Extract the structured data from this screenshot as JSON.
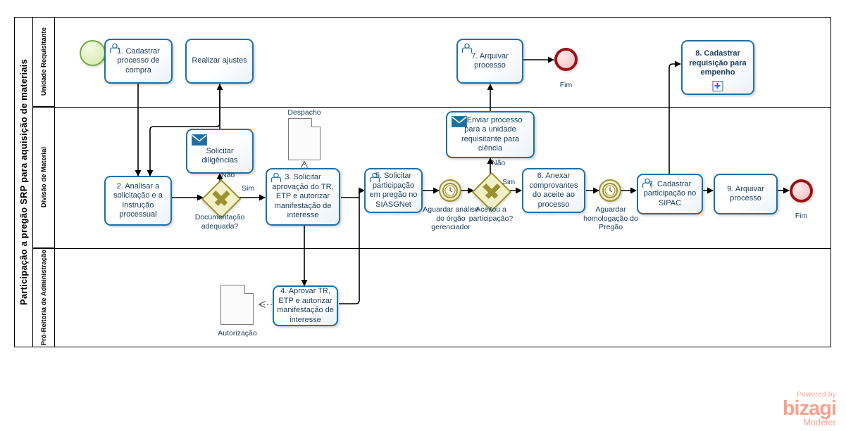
{
  "pool": {
    "title": "Participação a pregão SRP para aquisição de materiais",
    "lanes": [
      {
        "name": "Unidade Requisitante"
      },
      {
        "name": "Divisão de Material"
      },
      {
        "name": "Pró-Reitoria de Administração"
      }
    ]
  },
  "nodes": {
    "start": {
      "label": ""
    },
    "t1": {
      "label": "1. Cadastrar processo de compra",
      "icon": "user-task-icon"
    },
    "ajustes": {
      "label": "Realizar ajustes",
      "icon": "none"
    },
    "t7arq": {
      "label": "7. Arquivar processo",
      "icon": "user-task-icon"
    },
    "end_top": {
      "label": "Fim"
    },
    "t8": {
      "label": "8. Cadastrar requisição para empenho",
      "icon": "subprocess-plus-icon"
    },
    "solicitar_dil": {
      "label": "Solicitar diligências",
      "icon": "message-task-icon"
    },
    "t2": {
      "label": "2. Analisar a solicitação e a instrução processual",
      "icon": "none"
    },
    "gw1": {
      "label": "Documentação adequada?",
      "yes": "Sim",
      "no": "Não"
    },
    "t3": {
      "label": "3. Solicitar aprovação do TR, ETP e autorizar manifestação de interesse",
      "icon": "user-task-icon"
    },
    "t5": {
      "label": "5. Solicitar participação em pregão no SIASGNet",
      "icon": "user-task-icon"
    },
    "timer1": {
      "label": "Aguardar análise do órgão gerenciador"
    },
    "gw2": {
      "label": "Aceitou a participação?",
      "yes": "Sim",
      "no": "Não"
    },
    "t6env": {
      "label": "6. Enviar processo para a unidade requisitante para ciência",
      "icon": "message-task-icon"
    },
    "t6anx": {
      "label": "6. Anexar comprovantes do aceite ao processo",
      "icon": "none"
    },
    "timer2": {
      "label": "Aguardar homologação do Pregão"
    },
    "t7sipac": {
      "label": "7. Cadastrar participação no SIPAC",
      "icon": "user-task-icon"
    },
    "t9": {
      "label": "9. Arquivar processo",
      "icon": "none"
    },
    "end_main": {
      "label": "Fim"
    },
    "t4": {
      "label": "4. Aprovar TR, ETP e autorizar manifestação de interesse",
      "icon": "none"
    },
    "doc_despacho": {
      "label": "Despacho"
    },
    "doc_autorizacao": {
      "label": "Autorização"
    }
  },
  "footer": {
    "powered_by": "Powered by",
    "brand": "bizagi",
    "product": "Modeler"
  },
  "colors": {
    "task_border": "#1f6fa5",
    "task_text": "#173c5a",
    "gateway_border": "#9a9230",
    "gateway_fill": "#f1f0c9",
    "start_border": "#77a942",
    "end_border": "#9c1216",
    "logo": "#f4a391"
  }
}
